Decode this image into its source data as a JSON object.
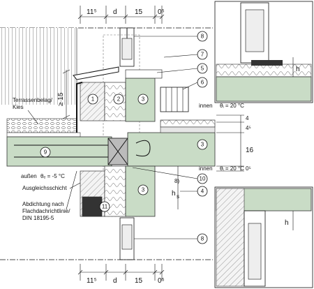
{
  "dimensions_top": [
    "11⁵",
    "d",
    "15",
    "0⁵"
  ],
  "dimensions_bottom": [
    "11⁵",
    "d",
    "15",
    "0⁵"
  ],
  "dimensions_right": [
    "4",
    "4⁵",
    "16",
    "0⁵"
  ],
  "dimension_vertical_left": "≥ 15",
  "dimension_hs": "h",
  "dimension_hs_sub": "s",
  "dimension_hs_note": "8)",
  "dimension_h_top": "h",
  "dimension_h_bottom": "h",
  "labels": {
    "terrace_covering": "Terrassenbelag/",
    "terrace_gravel": "Kies",
    "outside": "außen",
    "theta_e": "θₑ = -5 °C",
    "leveling_layer": "Ausgleichsschicht",
    "sealing_1": "Abdichtung nach",
    "sealing_2": "Flachdachrichtlinie/",
    "sealing_3": "DIN 18195-5",
    "inside_upper": "innen",
    "theta_i_upper": "θᵢ = 20 °C",
    "inside_lower": "innen",
    "theta_i_lower": "θᵢ = 20 °C"
  },
  "callouts": [
    "1",
    "2",
    "3",
    "3",
    "3",
    "4",
    "5",
    "6",
    "7",
    "8",
    "8",
    "9",
    "10",
    "11"
  ],
  "colors": {
    "concrete": "#c9dcc6",
    "line": "#111111"
  }
}
